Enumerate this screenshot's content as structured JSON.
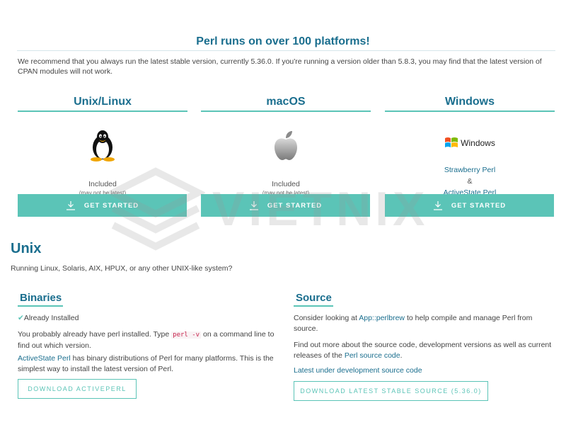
{
  "hero": {
    "title": "Perl runs on over 100 platforms!",
    "intro": "We recommend that you always run the latest stable version, currently 5.36.0. If you're running a version older than 5.8.3, you may find that the latest version of CPAN modules will not work."
  },
  "platforms": [
    {
      "title": "Unix/Linux",
      "icon": "tux-penguin-icon",
      "status": "Included",
      "note": "(may not be latest)",
      "button": "GET STARTED"
    },
    {
      "title": "macOS",
      "icon": "apple-logo-icon",
      "status": "Included",
      "note": "(may not be latest)",
      "button": "GET STARTED"
    },
    {
      "title": "Windows",
      "icon": "windows-logo-icon",
      "logo_text": "Windows",
      "link1": "Strawberry Perl",
      "amp": "&",
      "link2": "ActiveState Perl",
      "button": "GET STARTED"
    }
  ],
  "watermark": "VIETNIX",
  "unix": {
    "title": "Unix",
    "desc": "Running Linux, Solaris, AIX, HPUX, or any other UNIX-like system?"
  },
  "binaries": {
    "title": "Binaries",
    "check_mark": "✔",
    "installed": "Already Installed",
    "p1_before": "You probably already have perl installed. Type",
    "p1_code": "perl -v",
    "p1_after": "on a command line to find out which version.",
    "p2_link": "ActiveState Perl",
    "p2_text": "has binary distributions of Perl for many platforms. This is the simplest way to install the latest version of Perl.",
    "button": "DOWNLOAD ACTIVEPERL"
  },
  "source": {
    "title": "Source",
    "p1_before": "Consider looking at",
    "p1_link": "App::perlbrew",
    "p1_after": "to help compile and manage Perl from source.",
    "p2_before": "Find out more about the source code, development versions as well as current releases of the",
    "p2_link": "Perl source code",
    "p2_after": ".",
    "dev_link": "Latest under development source code",
    "button": "DOWNLOAD LATEST STABLE SOURCE (5.36.0)"
  },
  "colors": {
    "accent": "#5bc4b7",
    "heading": "#1a6e8e",
    "code": "#c7254e"
  }
}
